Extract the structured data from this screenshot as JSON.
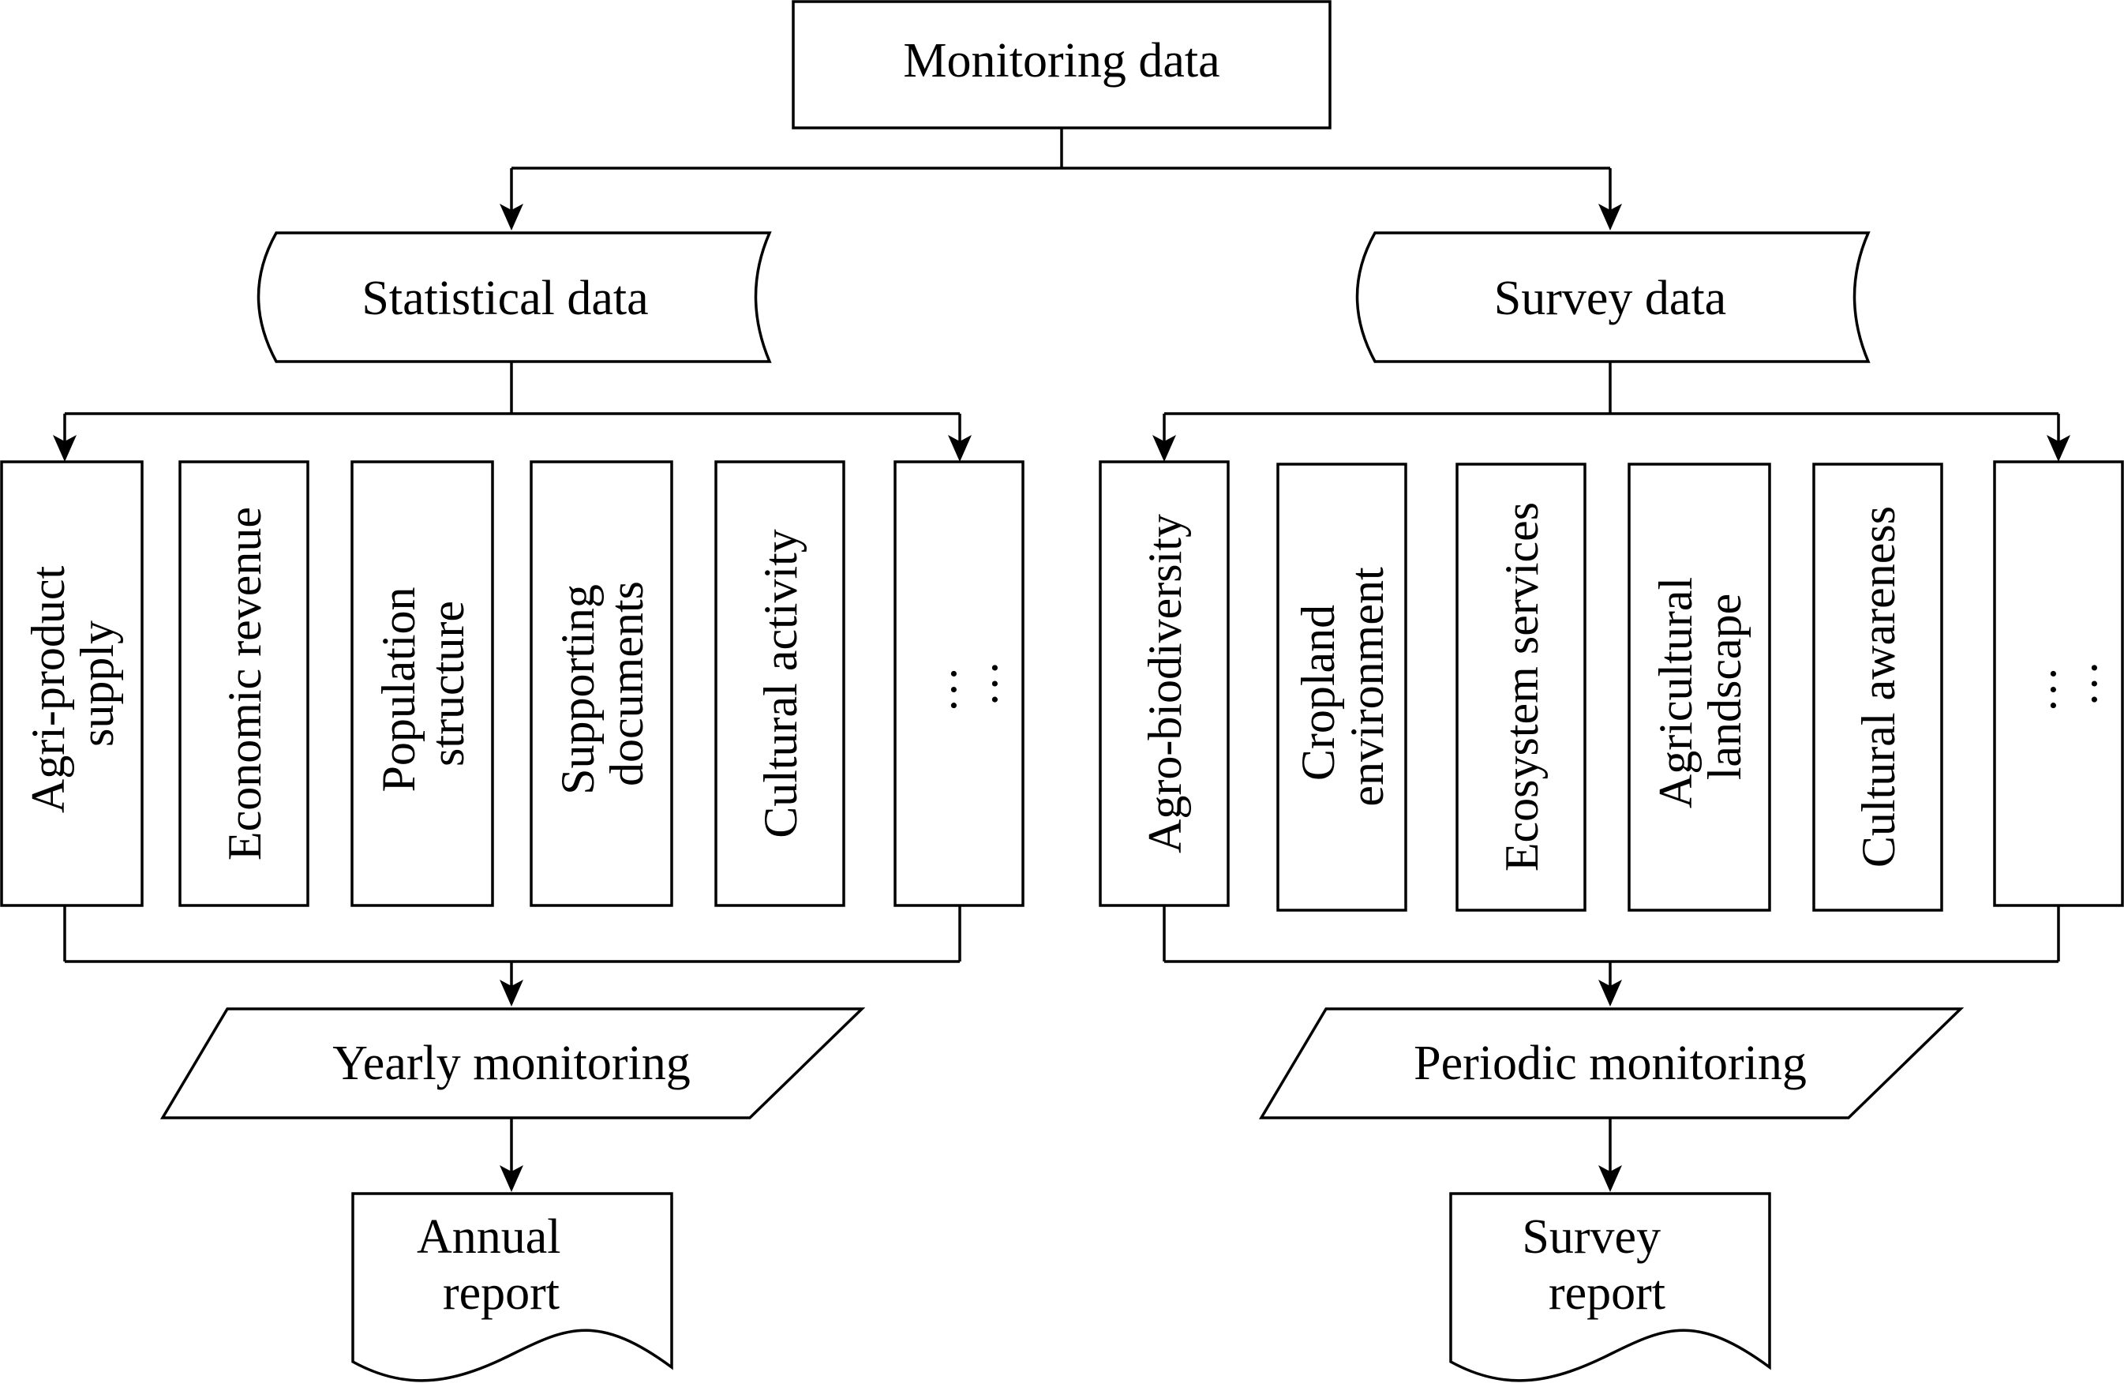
{
  "root": {
    "label": "Monitoring data"
  },
  "branches": [
    {
      "source": {
        "label": "Statistical data"
      },
      "items": [
        {
          "lines": [
            "Agri-product",
            "supply"
          ]
        },
        {
          "lines": [
            "Economic revenue"
          ]
        },
        {
          "lines": [
            "Population",
            "structure"
          ]
        },
        {
          "lines": [
            "Supporting",
            "documents"
          ]
        },
        {
          "lines": [
            "Cultural activity"
          ]
        },
        {
          "lines": [
            "…",
            "…"
          ]
        }
      ],
      "process": {
        "label": "Yearly monitoring"
      },
      "report": {
        "lines": [
          "Annual",
          "report"
        ]
      }
    },
    {
      "source": {
        "label": "Survey data"
      },
      "items": [
        {
          "lines": [
            "Agro-biodiversity"
          ]
        },
        {
          "lines": [
            "Cropland",
            "environment"
          ]
        },
        {
          "lines": [
            "Ecosystem services"
          ]
        },
        {
          "lines": [
            "Agricultural",
            "landscape"
          ]
        },
        {
          "lines": [
            "Cultural awareness"
          ]
        },
        {
          "lines": [
            "…",
            "…"
          ]
        }
      ],
      "process": {
        "label": "Periodic monitoring"
      },
      "report": {
        "lines": [
          "Survey",
          "report"
        ]
      }
    }
  ]
}
